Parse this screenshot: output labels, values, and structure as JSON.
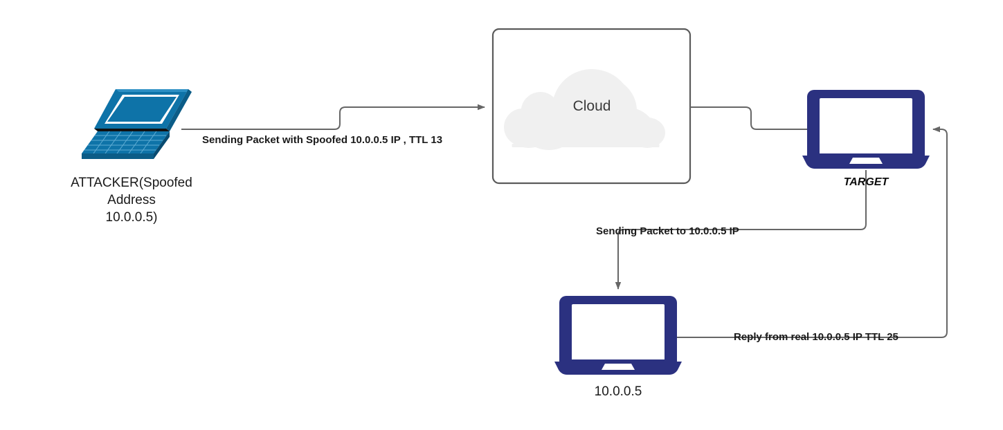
{
  "diagram": {
    "title": "IP Spoofing TTL Reflection Diagram",
    "background": "#ffffff",
    "colors": {
      "attacker_teal": "#0E73A8",
      "attacker_teal_dark": "#0B5C87",
      "attacker_teal_light": "#2E90C4",
      "laptop_navy": "#2B3180",
      "cloud_fill": "#F0F0F0",
      "box_border": "#5A5A5A",
      "connector": "#666666",
      "text": "#1a1a1a"
    }
  },
  "nodes": {
    "attacker": {
      "label": "ATTACKER(Spoofed\nAddress\n10.0.0.5)",
      "icon": "laptop-isometric-icon"
    },
    "cloud": {
      "label": "Cloud",
      "icon": "cloud-icon",
      "container": "rounded-rectangle"
    },
    "target": {
      "label": "TARGET",
      "icon": "laptop-icon"
    },
    "victim": {
      "label": "10.0.0.5",
      "icon": "laptop-icon"
    }
  },
  "edges": {
    "attacker_to_cloud": {
      "label": "Sending Packet with Spoofed 10.0.0.5 IP , TTL 13",
      "from": "attacker",
      "to": "cloud",
      "arrow": "end"
    },
    "cloud_to_target": {
      "label": "",
      "from": "cloud",
      "to": "target",
      "arrow": "none"
    },
    "target_to_victim": {
      "label": "Sending Packet to 10.0.0.5 IP",
      "from": "target",
      "to": "victim",
      "arrow": "end"
    },
    "victim_to_target": {
      "label": "Reply from real 10.0.0.5 IP TTL 25",
      "from": "victim",
      "to": "target",
      "arrow": "end"
    }
  }
}
